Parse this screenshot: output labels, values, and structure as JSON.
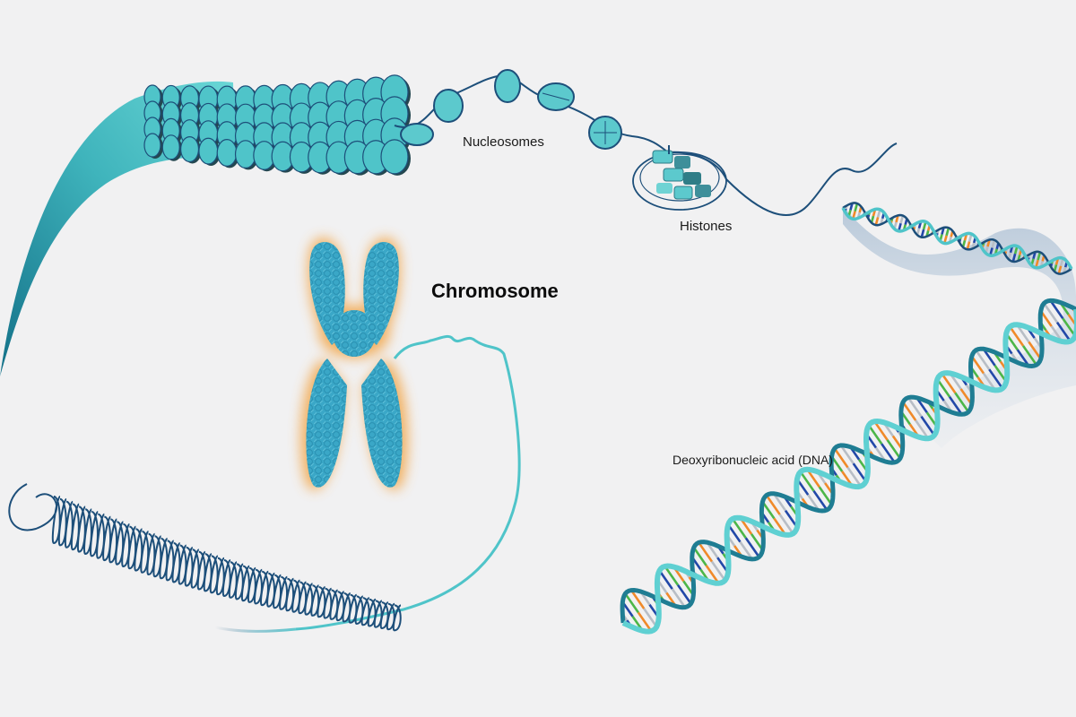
{
  "labels": {
    "nucleosomes": "Nucleosomes",
    "histones": "Histones",
    "chromosome": "Chromosome",
    "dna": "Deoxyribonucleic acid (DNA)"
  },
  "colors": {
    "background": "#f1f1f2",
    "teal": "#4fc4c9",
    "teal_dark": "#1f7d93",
    "navy": "#1d4f7a",
    "chromosome": "#3aa7c7",
    "chromosome_glow": "#f2a64a",
    "base_orange": "#f08a2a",
    "base_green": "#4cb648",
    "base_blue": "#2248a8",
    "base_gray": "#b8bec6"
  }
}
